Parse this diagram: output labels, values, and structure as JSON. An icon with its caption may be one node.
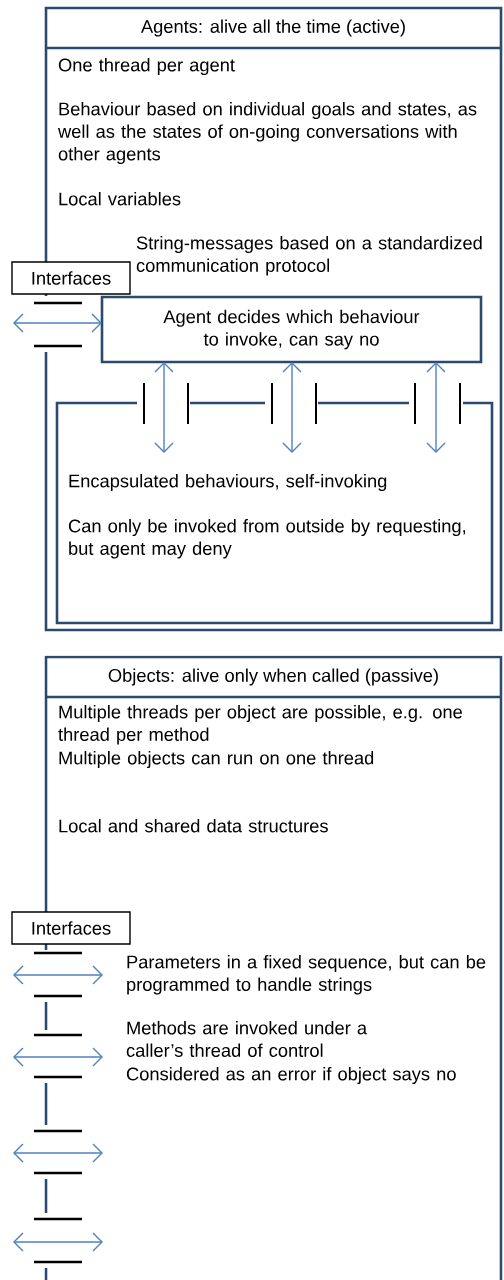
{
  "diagram": {
    "nodes": [
      {
        "text": [
          "Agents: alive all the time (active)",
          "One thread per agent",
          "Behaviour based on individual goals and states, as well as the states of on-going conversations with other agents",
          "Local variables"
        ]
      },
      {
        "text": [
          "Interfaces"
        ]
      },
      {
        "text": [
          "Agent decides which behaviour to invoke, can say no"
        ],
        "in": 0
      },
      {
        "text": [
          "Encapsulated behaviours, self-invoking",
          "Can only be invoked from outside by requesting, but agent may deny"
        ],
        "in": 0
      },
      {
        "text": [
          "Objects: alive only when called (passive)",
          "Multiple threads per object are possible, e.g. one thread per method",
          "Multiple objects can run on one thread",
          "Local and shared data structures"
        ]
      },
      {
        "text": [
          "Interfaces"
        ]
      }
    ],
    "edges": [
      {
        "from": null,
        "to": 2,
        "arrow": "both"
      },
      {
        "from": 2,
        "to": 3,
        "arrow": "both"
      },
      {
        "from": 2,
        "to": 3,
        "arrow": "both"
      },
      {
        "from": 2,
        "to": 3,
        "arrow": "both"
      }
    ],
    "labels": [
      "String-messages based on a standardized communication protocol",
      "Parameters in a fixed sequence, but can be programmed to handle strings",
      "Methods are invoked under a caller’s thread of control",
      "Considered as an error if object says no"
    ]
  }
}
